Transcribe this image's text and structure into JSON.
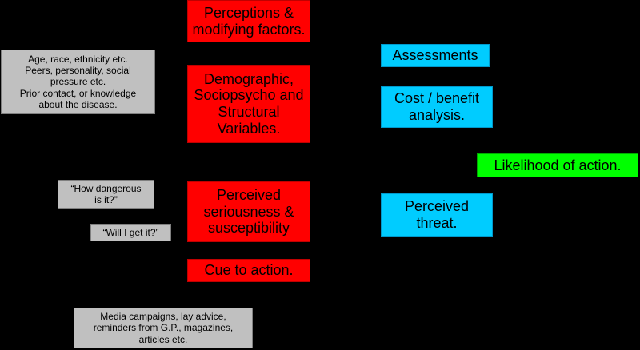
{
  "colors": {
    "background": "#000000",
    "factor_box": "#ff0000",
    "assessment_box": "#00ccff",
    "outcome_box": "#00ff00",
    "note_box": "#c0c0c0"
  },
  "boxes": {
    "perceptions": "Perceptions &\nmodifying factors.",
    "demographic": "Demographic,\nSociopsycho and\nStructural\nVariables.",
    "seriousness": "Perceived\nseriousness &\nsusceptibility",
    "cue": "Cue to action.",
    "assessments": "Assessments",
    "cost_benefit": "Cost / benefit\nanalysis.",
    "likelihood": "Likelihood of action.",
    "threat": "Perceived\nthreat."
  },
  "notes": {
    "demographic_examples": "Age, race, ethnicity etc.\nPeers, personality,  social\npressure etc.\nPrior contact, or knowledge\nabout the disease.",
    "how_dangerous": "“How dangerous\nis it?”",
    "will_i_get_it": "“Will I get it?”",
    "cue_examples": "Media campaigns, lay advice,\nreminders from G.P., magazines,\narticles etc."
  }
}
